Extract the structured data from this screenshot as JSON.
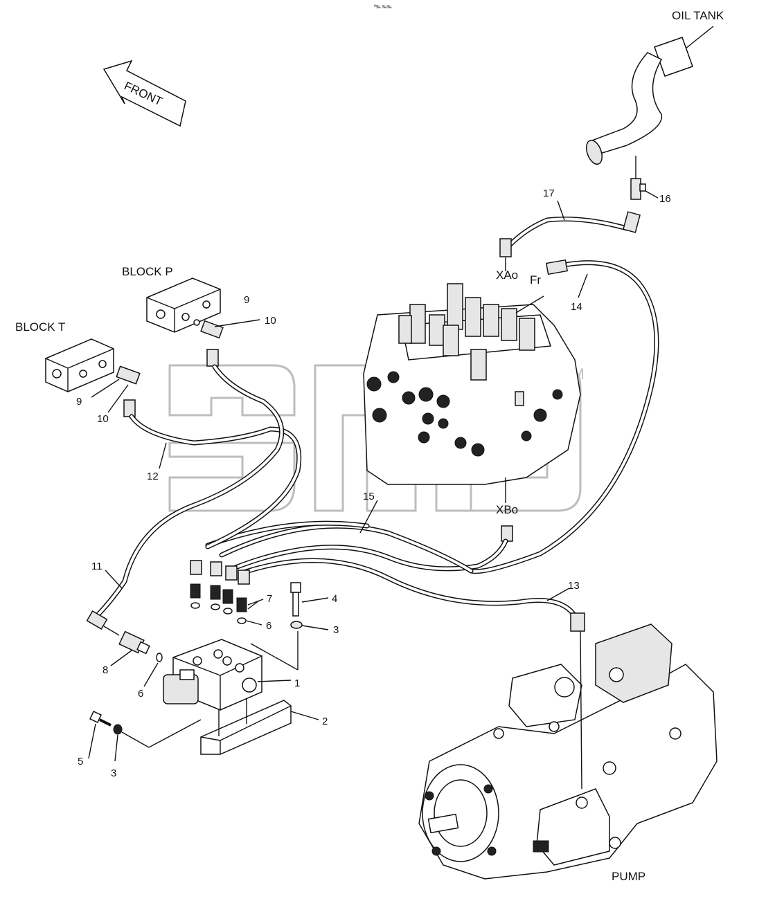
{
  "header": {
    "code": "ª‰ ‰‰"
  },
  "labels": {
    "front": "FRONT",
    "oil_tank": "OIL TANK",
    "block_p": "BLOCK P",
    "block_t": "BLOCK T",
    "pump": "PUMP",
    "xao": "XAo",
    "xbo": "XBo",
    "fr": "Fr",
    "tm": "TM"
  },
  "callouts": [
    {
      "id": "c1",
      "text": "1"
    },
    {
      "id": "c2",
      "text": "2"
    },
    {
      "id": "c3a",
      "text": "3"
    },
    {
      "id": "c3b",
      "text": "3"
    },
    {
      "id": "c4",
      "text": "4"
    },
    {
      "id": "c5",
      "text": "5"
    },
    {
      "id": "c6a",
      "text": "6"
    },
    {
      "id": "c6b",
      "text": "6"
    },
    {
      "id": "c7",
      "text": "7"
    },
    {
      "id": "c8",
      "text": "8"
    },
    {
      "id": "c9a",
      "text": "9"
    },
    {
      "id": "c9b",
      "text": "9"
    },
    {
      "id": "c10a",
      "text": "10"
    },
    {
      "id": "c10b",
      "text": "10"
    },
    {
      "id": "c11",
      "text": "11"
    },
    {
      "id": "c12",
      "text": "12"
    },
    {
      "id": "c13",
      "text": "13"
    },
    {
      "id": "c14",
      "text": "14"
    },
    {
      "id": "c15",
      "text": "15"
    },
    {
      "id": "c16",
      "text": "16"
    },
    {
      "id": "c17",
      "text": "17"
    }
  ]
}
